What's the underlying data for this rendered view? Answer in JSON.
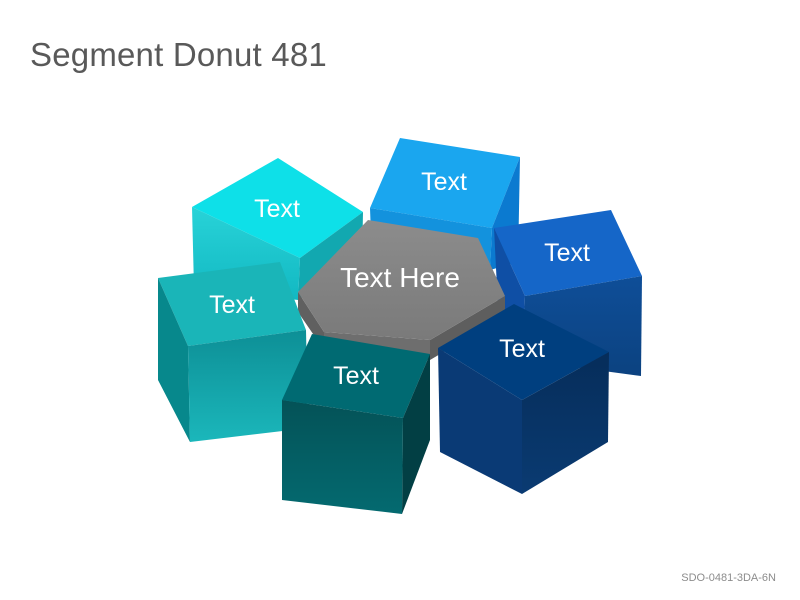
{
  "title": "Segment Donut 481",
  "footer_code": "SDO-0481-3DA-6N",
  "center": {
    "label": "Text Here",
    "color": "#808080"
  },
  "segments": [
    {
      "label": "Text",
      "color": "#0ee0e8"
    },
    {
      "label": "Text",
      "color": "#1aa6ef"
    },
    {
      "label": "Text",
      "color": "#1566c8"
    },
    {
      "label": "Text",
      "color": "#003f7f"
    },
    {
      "label": "Text",
      "color": "#006a72"
    },
    {
      "label": "Text",
      "color": "#1ab5b8"
    }
  ]
}
